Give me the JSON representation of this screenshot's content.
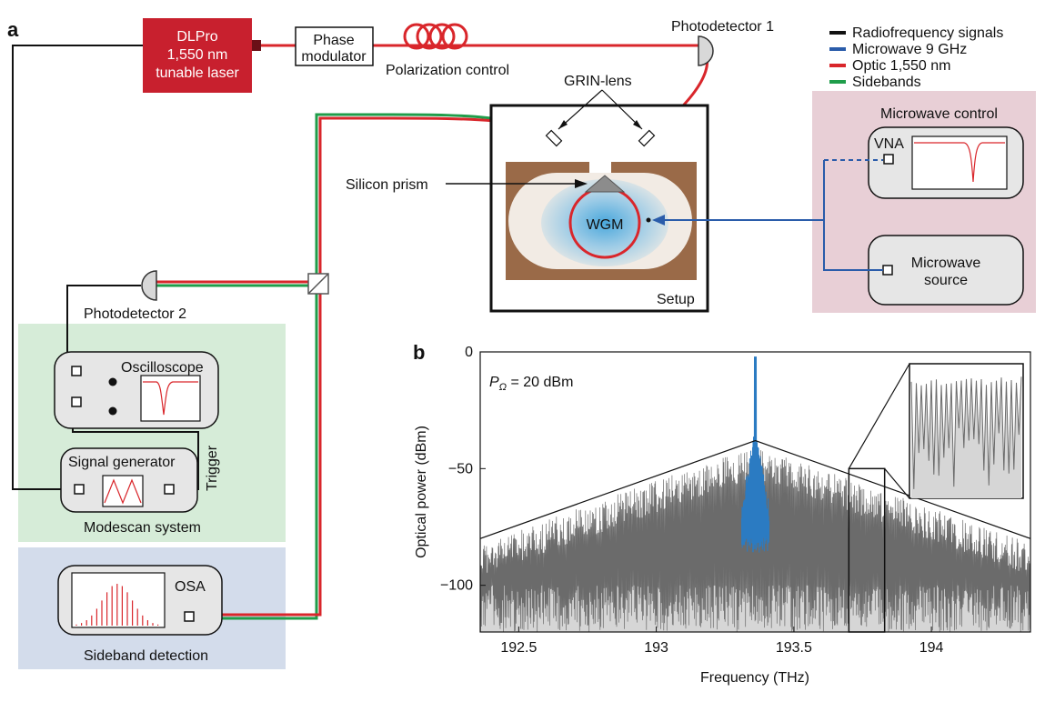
{
  "panel_a": {
    "letter": "a",
    "laser": {
      "line1": "DLPro",
      "line2": "1,550 nm",
      "line3": "tunable laser"
    },
    "phase_modulator": {
      "line1": "Phase",
      "line2": "modulator"
    },
    "polarization_control": "Polarization control",
    "photodetector_1": "Photodetector 1",
    "photodetector_2": "Photodetector 2",
    "grin_lens": "GRIN-lens",
    "silicon_prism": "Silicon prism",
    "wgm": "WGM",
    "setup": "Setup",
    "legend": [
      {
        "label": "Radiofrequency signals",
        "color": "#111111"
      },
      {
        "label": "Microwave 9 GHz",
        "color": "#2a5caa"
      },
      {
        "label": "Optic 1,550 nm",
        "color": "#d9262b"
      },
      {
        "label": "Sidebands",
        "color": "#1f9d4a"
      }
    ],
    "microwave_control": "Microwave control",
    "vna": "VNA",
    "microwave_source": {
      "line1": "Microwave",
      "line2": "source"
    },
    "oscilloscope": "Oscilloscope",
    "signal_generator": "Signal generator",
    "trigger": "Trigger",
    "modescan_system": "Modescan system",
    "osa": "OSA",
    "sideband_detection": "Sideband detection",
    "colors": {
      "laser_box": "#c8202e",
      "microwave_bg": "#e8cfd6",
      "modescan_bg": "#d6ecd8",
      "sideband_bg": "#d3dceb",
      "instrument_fill": "#e6e6e6",
      "prism_mount": "#9a6a48"
    }
  },
  "panel_b": {
    "letter": "b",
    "annotation_symbol": "P",
    "annotation_subscript": "Ω",
    "annotation_value": " = 20 dBm"
  },
  "chart_data": {
    "type": "line",
    "xlabel": "Frequency (THz)",
    "ylabel": "Optical power (dBm)",
    "xlim": [
      192.36,
      194.36
    ],
    "ylim": [
      -120,
      0
    ],
    "xticks": [
      192.5,
      193,
      193.5,
      194
    ],
    "xtick_labels": [
      "192.5",
      "193",
      "193.5",
      "194"
    ],
    "yticks": [
      0,
      -50,
      -100
    ],
    "ytick_labels": [
      "0",
      "−50",
      "−100"
    ],
    "center_frequency": 193.36,
    "series": [],
    "envelope": {
      "peak": [
        193.36,
        -38
      ],
      "left": [
        192.36,
        -80
      ],
      "right": [
        194.36,
        -80
      ]
    },
    "inset_window": {
      "x": [
        193.7,
        193.83
      ],
      "y": [
        -120,
        -50
      ]
    },
    "grid": false,
    "colors": {
      "spectrum": "#6b6b6b",
      "fill": "#d6d6d6",
      "center": "#2b7bc2",
      "envelope": "#111111"
    }
  }
}
